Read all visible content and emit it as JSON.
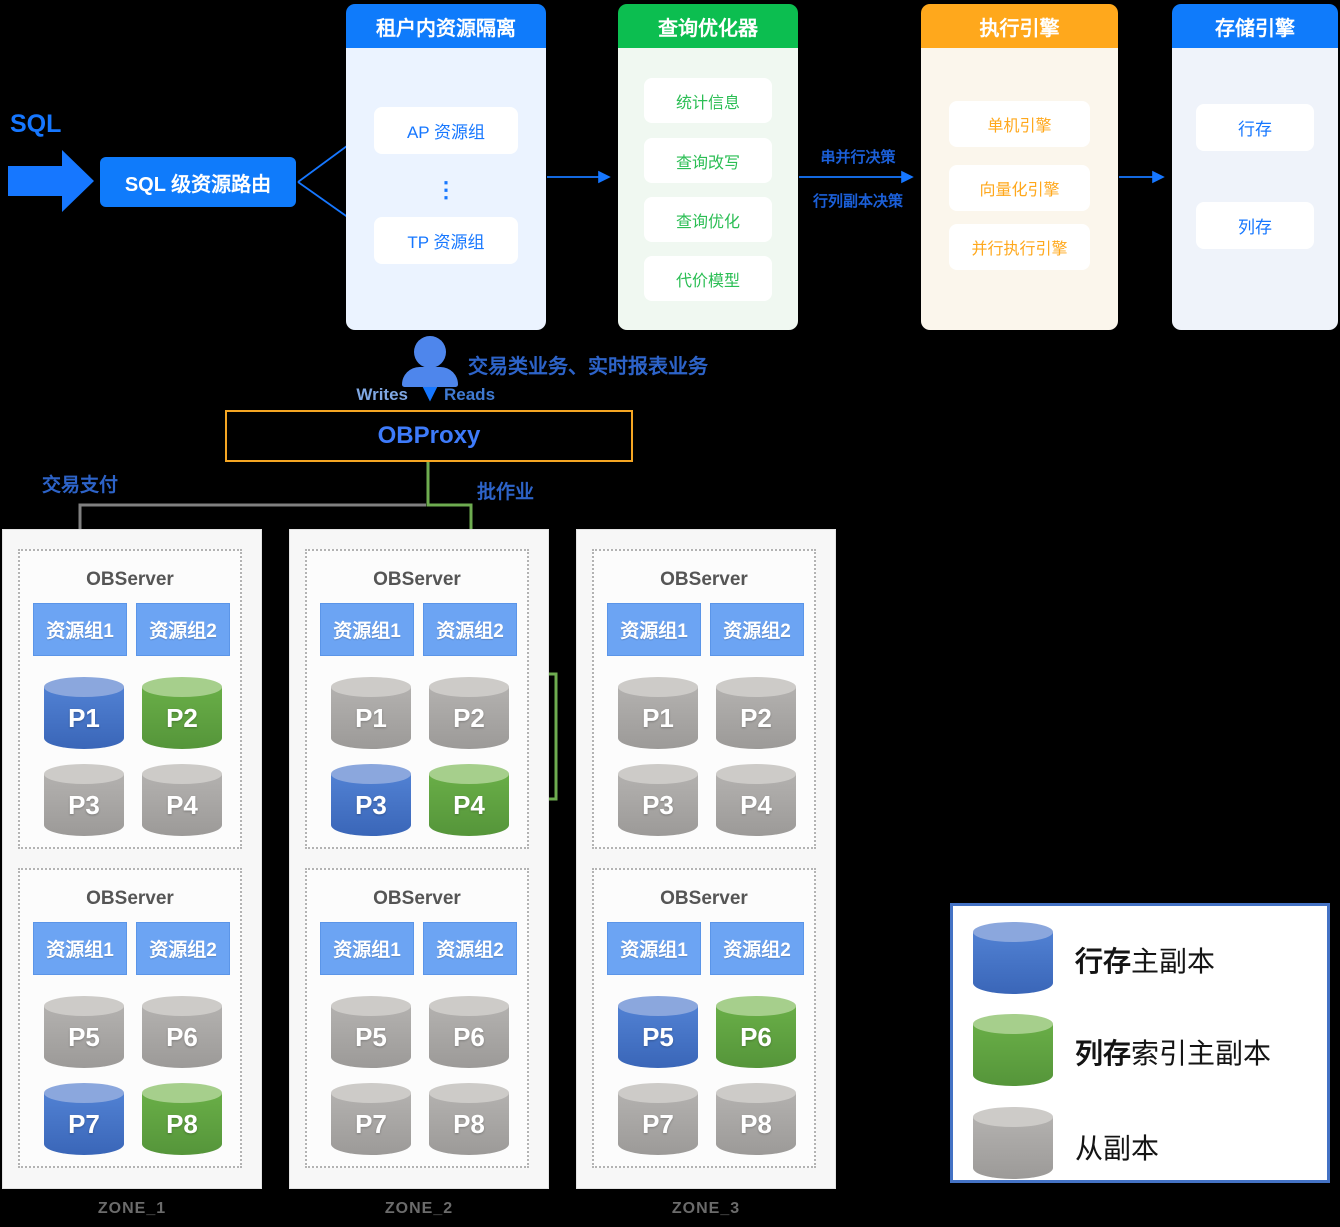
{
  "palette": {
    "header_blue": "#0f7bfb",
    "header_green": "#0cbe50",
    "header_orange": "#ffa81c",
    "link_blue": "#1677ff",
    "deep_blue": "#2d63c8",
    "branch_gray": "#808080",
    "branch_green": "#6eac50",
    "row_primary_blue": "#4472c4",
    "col_primary_green": "#62a544",
    "replica_gray": "#a8a6a4",
    "obproxy_border": "#f5a623"
  },
  "flow": {
    "sql_label": "SQL",
    "router_label": "SQL 级资源路由",
    "panels": [
      {
        "title": "租户内资源隔离",
        "items": [
          "AP 资源组",
          "TP 资源组"
        ],
        "dots": "⋮"
      },
      {
        "title": "查询优化器",
        "items": [
          "统计信息",
          "查询改写",
          "查询优化",
          "代价模型"
        ]
      },
      {
        "title": "执行引擎",
        "items": [
          "单机引擎",
          "向量化引擎",
          "并行执行引擎"
        ]
      },
      {
        "title": "存储引擎",
        "items": [
          "行存",
          "列存"
        ]
      }
    ],
    "edge_labels": {
      "top": "串并行决策",
      "bottom": "行列副本决策"
    }
  },
  "middle": {
    "user_label": "交易类业务、实时报表业务",
    "writes": "Writes",
    "reads": "Reads",
    "obproxy": "OBProxy",
    "branch_left": "交易支付",
    "branch_right": "批作业"
  },
  "zones": [
    {
      "label": "ZONE_1",
      "observers": [
        {
          "title": "OBServer",
          "groups": [
            "资源组1",
            "资源组2"
          ],
          "partitions": [
            {
              "label": "P1",
              "type": "row"
            },
            {
              "label": "P2",
              "type": "col"
            },
            {
              "label": "P3",
              "type": "replica"
            },
            {
              "label": "P4",
              "type": "replica"
            }
          ]
        },
        {
          "title": "OBServer",
          "groups": [
            "资源组1",
            "资源组2"
          ],
          "partitions": [
            {
              "label": "P5",
              "type": "replica"
            },
            {
              "label": "P6",
              "type": "replica"
            },
            {
              "label": "P7",
              "type": "row"
            },
            {
              "label": "P8",
              "type": "col"
            }
          ]
        }
      ]
    },
    {
      "label": "ZONE_2",
      "observers": [
        {
          "title": "OBServer",
          "groups": [
            "资源组1",
            "资源组2"
          ],
          "partitions": [
            {
              "label": "P1",
              "type": "replica"
            },
            {
              "label": "P2",
              "type": "replica"
            },
            {
              "label": "P3",
              "type": "row"
            },
            {
              "label": "P4",
              "type": "col"
            }
          ]
        },
        {
          "title": "OBServer",
          "groups": [
            "资源组1",
            "资源组2"
          ],
          "partitions": [
            {
              "label": "P5",
              "type": "replica"
            },
            {
              "label": "P6",
              "type": "replica"
            },
            {
              "label": "P7",
              "type": "replica"
            },
            {
              "label": "P8",
              "type": "replica"
            }
          ]
        }
      ]
    },
    {
      "label": "ZONE_3",
      "observers": [
        {
          "title": "OBServer",
          "groups": [
            "资源组1",
            "资源组2"
          ],
          "partitions": [
            {
              "label": "P1",
              "type": "replica"
            },
            {
              "label": "P2",
              "type": "replica"
            },
            {
              "label": "P3",
              "type": "replica"
            },
            {
              "label": "P4",
              "type": "replica"
            }
          ]
        },
        {
          "title": "OBServer",
          "groups": [
            "资源组1",
            "资源组2"
          ],
          "partitions": [
            {
              "label": "P5",
              "type": "row"
            },
            {
              "label": "P6",
              "type": "col"
            },
            {
              "label": "P7",
              "type": "replica"
            },
            {
              "label": "P8",
              "type": "replica"
            }
          ]
        }
      ]
    }
  ],
  "legend": {
    "items": [
      {
        "type": "row",
        "bold": "行存",
        "text": "主副本"
      },
      {
        "type": "col",
        "bold": "列存",
        "text": "索引主副本"
      },
      {
        "type": "replica",
        "bold": "",
        "text": "从副本"
      }
    ]
  }
}
